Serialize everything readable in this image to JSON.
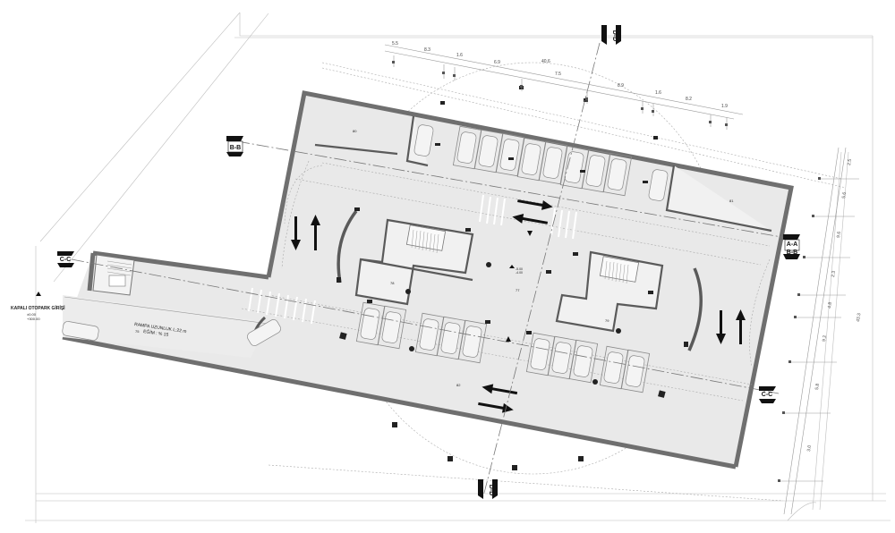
{
  "sections": {
    "aa_top": "A-A",
    "bb_top": "B-B",
    "aa_right": "A-A",
    "bb_right": "B-B",
    "cc_left": "C-C",
    "cc_right": "C-C",
    "dd_top": "D-D",
    "dd_bottom": "D-D"
  },
  "labels": {
    "entrance_title": "KAPALI OTOPARK GİRİŞİ",
    "entrance_level": "±0.00",
    "entrance_level2": "+300.00",
    "ramp_title": "RAMPA UZUNLUK L:22 m",
    "ramp_slope": "EĞİM : % 15",
    "ramp_level": "75",
    "zone_80": "80",
    "zone_81": "81",
    "zone_82": "82",
    "zone_78": "78",
    "zone_79": "79",
    "zone_77": "77",
    "core_level": "-5.00",
    "core_level2": "-4.00"
  },
  "dimensions_top": [
    "5.5",
    "8.3",
    "1.6",
    "6.9",
    "7.5",
    "8.9",
    "1.6",
    "8.2",
    "1.9"
  ],
  "dimension_overall_top": "40.6",
  "dimensions_right": [
    "2.5",
    "5.6",
    "9.6",
    "2.3",
    "4.8",
    "9.2",
    "5.8",
    "3.0"
  ],
  "dimension_overall_right": "43.3",
  "colors": {
    "slab": "#e9e9e9",
    "wall": "#6f6f6f",
    "line": "#bdbdbd",
    "ink": "#111111"
  }
}
